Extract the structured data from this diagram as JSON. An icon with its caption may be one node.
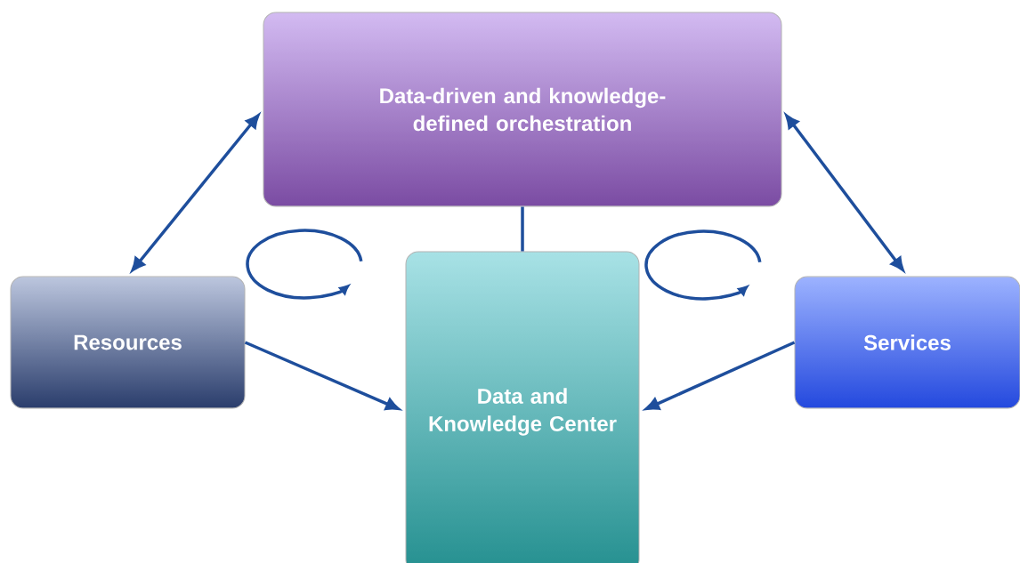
{
  "diagram": {
    "nodes": [
      {
        "text": [
          "Data-driven and knowledge-defined orchestration"
        ]
      },
      {
        "text": [
          "Resources"
        ]
      },
      {
        "text": [
          "Data and Knowledge Center"
        ]
      },
      {
        "text": [
          "Services"
        ]
      }
    ],
    "edges": [
      {
        "from": 0,
        "to": 1,
        "arrow": "both"
      },
      {
        "from": 0,
        "to": 3,
        "arrow": "both"
      },
      {
        "from": 0,
        "to": 2,
        "arrow": "none"
      },
      {
        "from": 1,
        "to": 2,
        "arrow": "to"
      },
      {
        "from": 3,
        "to": 2,
        "arrow": "to"
      }
    ]
  }
}
